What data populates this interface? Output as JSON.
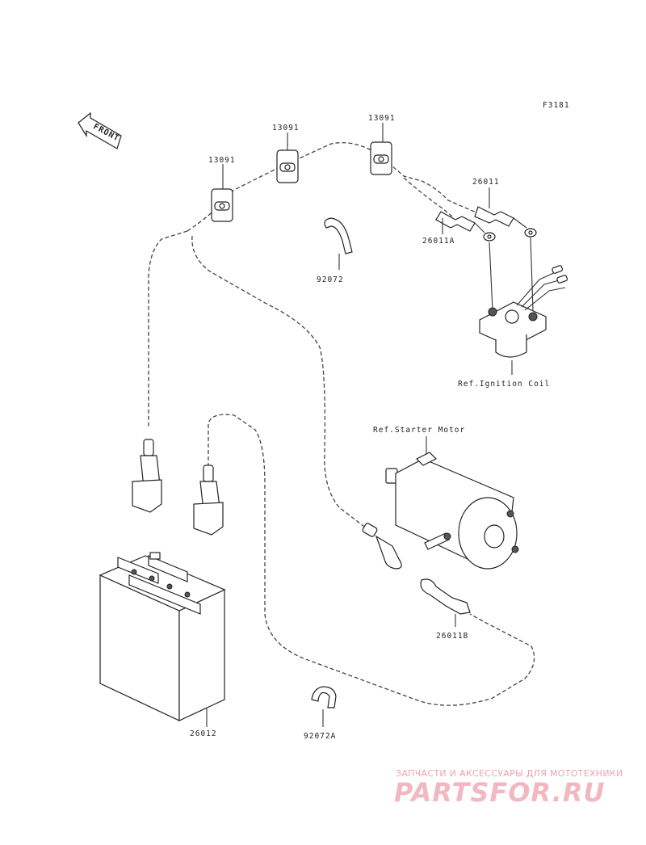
{
  "figure_code": "F3181",
  "direction_label": "FRONT",
  "parts": {
    "clamp_a": "13091",
    "clamp_b": "13091",
    "clamp_c": "13091",
    "cable_1": "26011",
    "cable_1a": "26011A",
    "cable_1b": "26011B",
    "battery": "26012",
    "band": "92072",
    "band_a": "92072A"
  },
  "references": {
    "ignition_coil": "Ref.Ignition Coil",
    "starter_motor": "Ref.Starter Motor"
  },
  "watermark": {
    "tagline": "ЗАПЧАСТИ И АКСЕССУАРЫ ДЛЯ МОТОТЕХНИКИ",
    "brand": "PARTSFOR.RU"
  }
}
